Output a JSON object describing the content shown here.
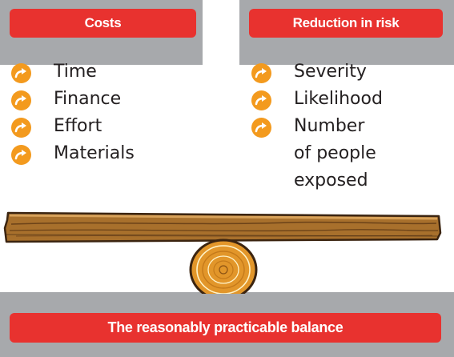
{
  "costs": {
    "title": "Costs",
    "items": [
      "Time",
      "Finance",
      "Effort",
      "Materials"
    ]
  },
  "risk": {
    "title": "Reduction in risk",
    "items": [
      "Severity",
      "Likelihood",
      "Number"
    ],
    "item3_cont": [
      "of people",
      "exposed"
    ]
  },
  "footer": {
    "title": "The reasonably practicable balance"
  },
  "colors": {
    "panel": "#a7a9ac",
    "pill": "#e8322f",
    "bullet": "#f39a1e",
    "wood": "#a8702c",
    "log": "#f2b64a"
  },
  "icons": {
    "bullet": "orange-arrow-bullet-icon",
    "plank": "wooden-plank",
    "log": "log-fulcrum"
  }
}
